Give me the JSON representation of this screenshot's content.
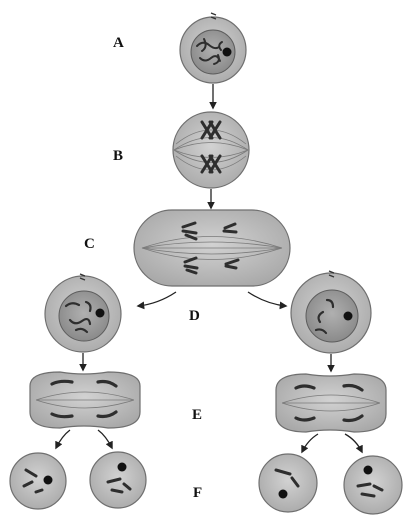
{
  "labels": {
    "a": "A",
    "b": "B",
    "c": "C",
    "d": "D",
    "e": "E",
    "f": "F"
  },
  "colors": {
    "cell_fill": "#bdbdbd",
    "cell_outline": "#6f6f6f",
    "nucleus_fill": "#9a9a9a",
    "chromosome": "#2e2e2e",
    "spindle": "#7a7a7a",
    "nucleolus": "#111111",
    "arrow": "#222222"
  }
}
